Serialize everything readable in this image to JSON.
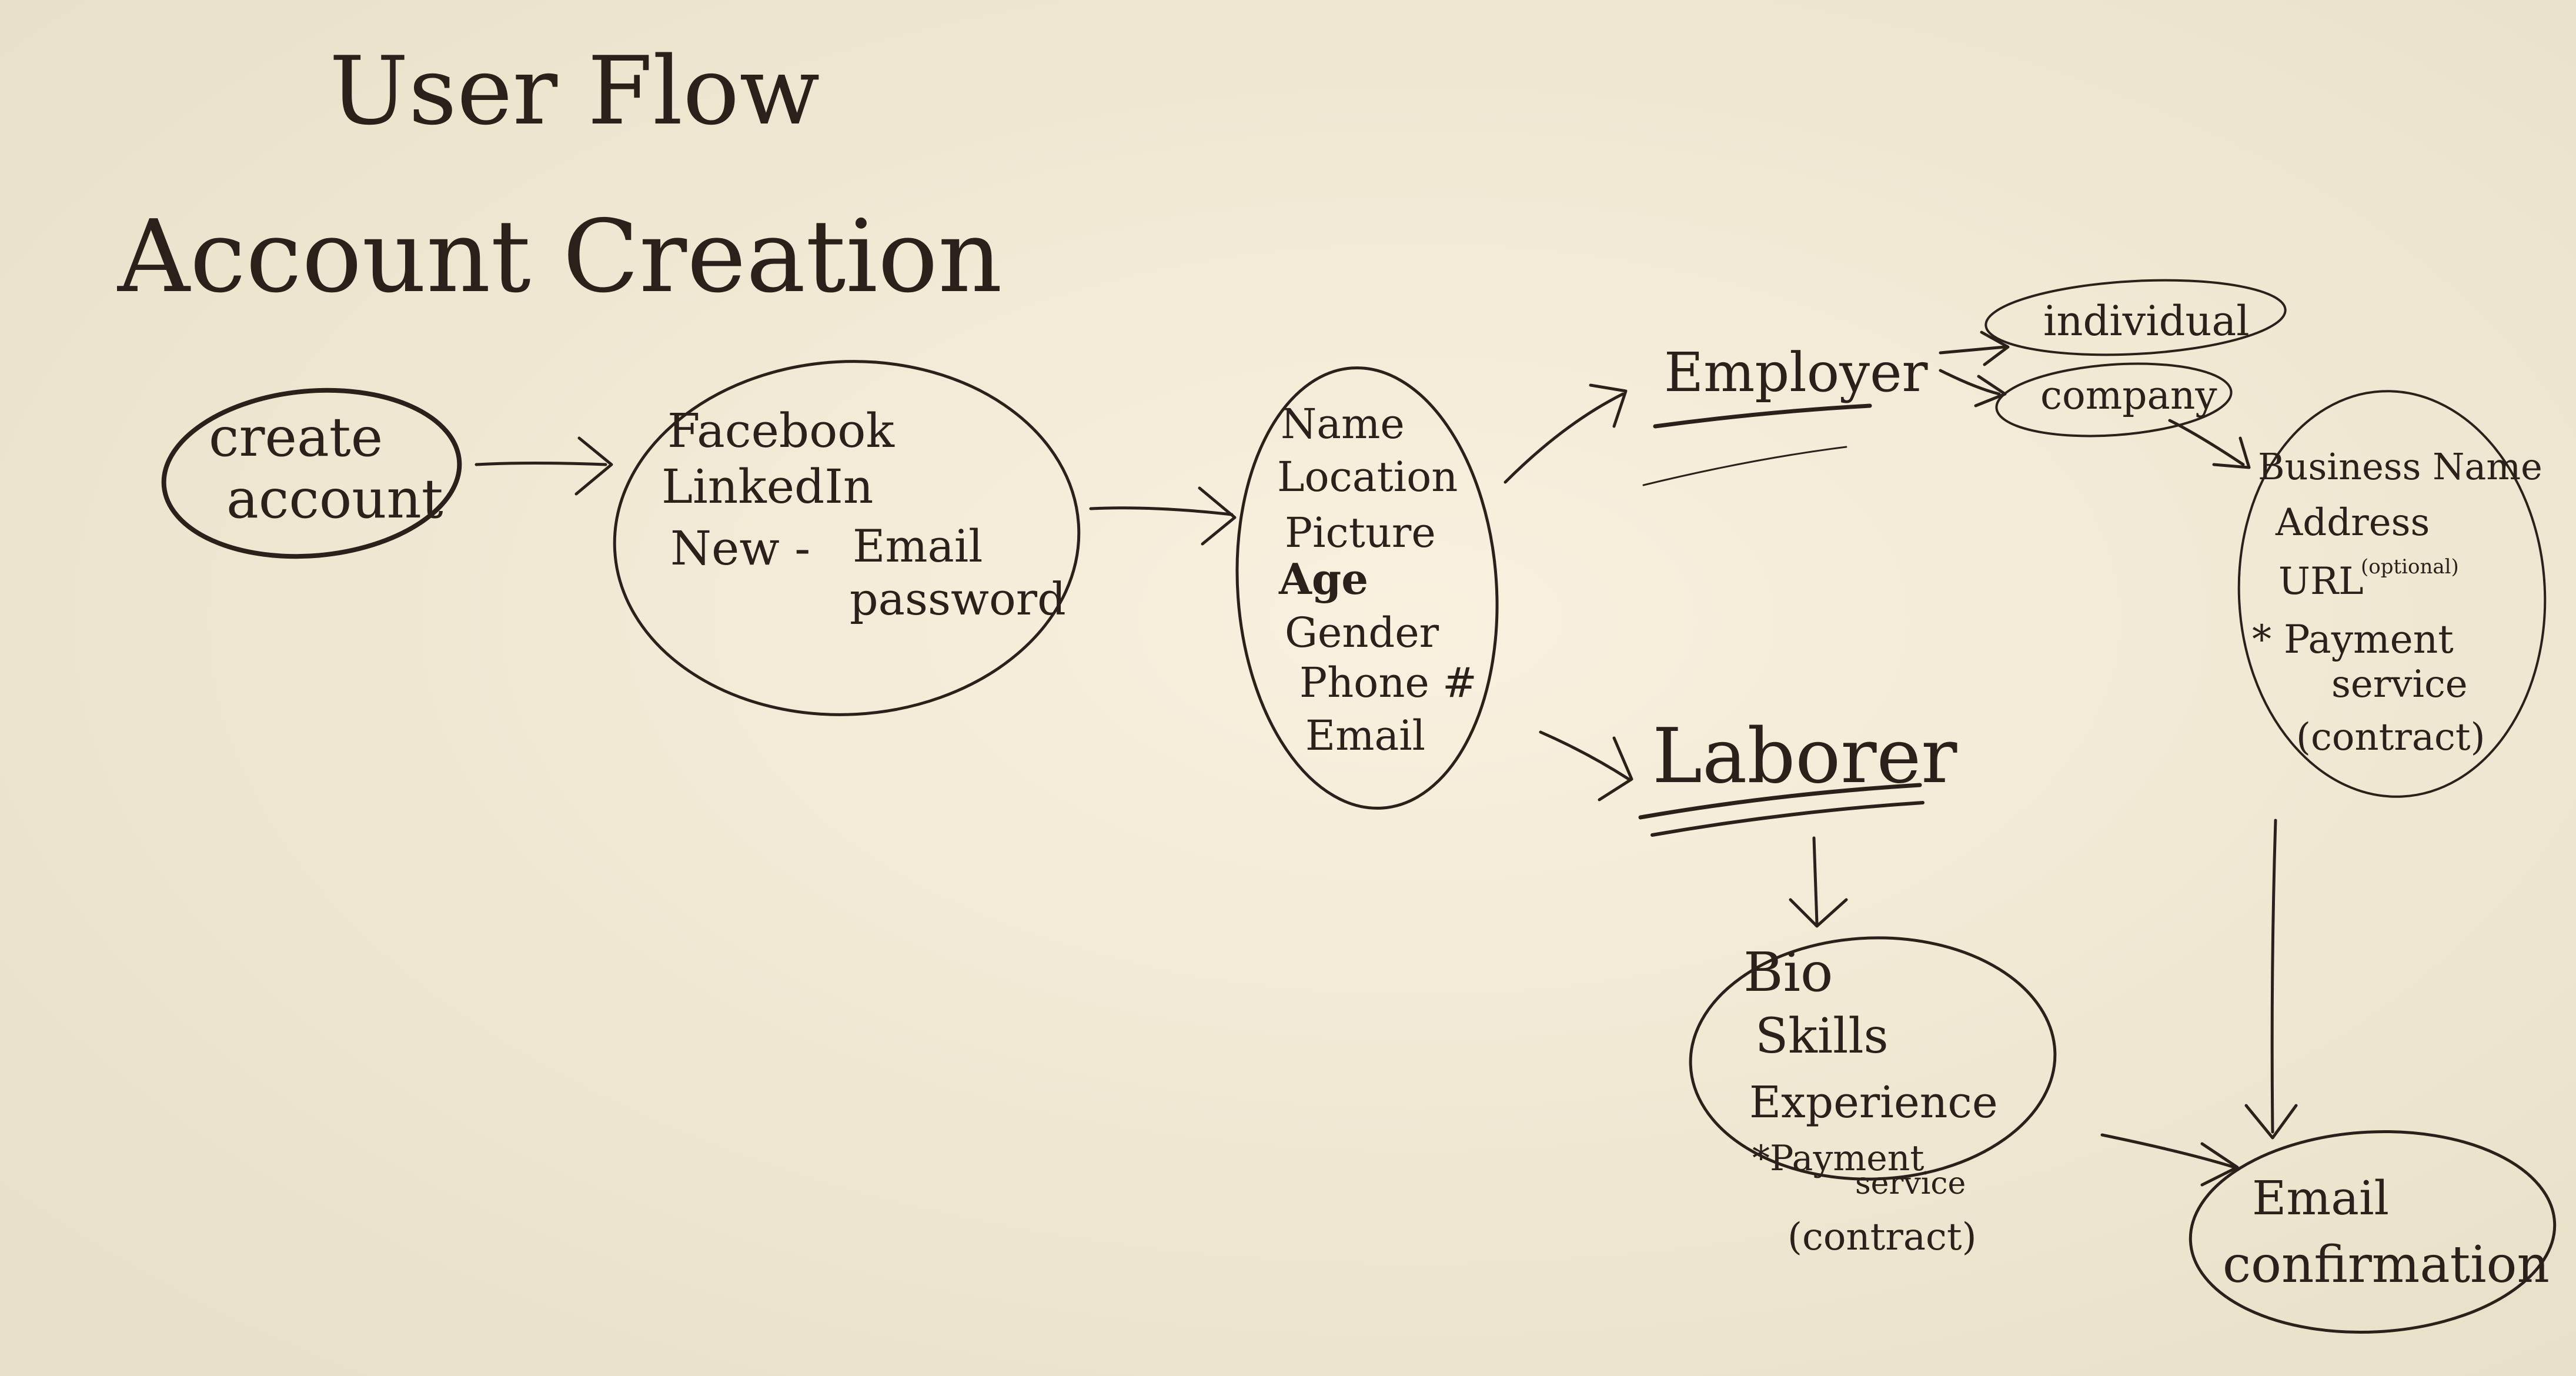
{
  "title": {
    "line1": "User Flow",
    "line2": "Account Creation"
  },
  "nodes": {
    "create_account": {
      "lines": [
        "create",
        "account"
      ]
    },
    "signup_options": {
      "facebook": "Facebook",
      "linkedin": "LinkedIn",
      "new": "New -",
      "email": "Email",
      "password": "password"
    },
    "profile_fields": {
      "lines": [
        "Name",
        "Location",
        "Picture",
        "Age",
        "Gender",
        "Phone #",
        "Email"
      ]
    },
    "employer": "Employer",
    "individual": "individual",
    "company": "company",
    "business_fields": {
      "business_name": "Business Name",
      "address": "Address",
      "url": "URL",
      "optional": "(optional)",
      "payment_service": "* Payment",
      "service": "service",
      "contract": "(contract)"
    },
    "laborer": "Laborer",
    "laborer_fields": {
      "bio": "Bio",
      "skills": "Skills",
      "experience": "Experience",
      "payment": "*Payment",
      "service": "service",
      "contract": "(contract)"
    },
    "email_confirmation": {
      "lines": [
        "Email",
        "confirmation"
      ]
    }
  },
  "colors": {
    "board": "#efead6",
    "marker": "#2a211a"
  }
}
